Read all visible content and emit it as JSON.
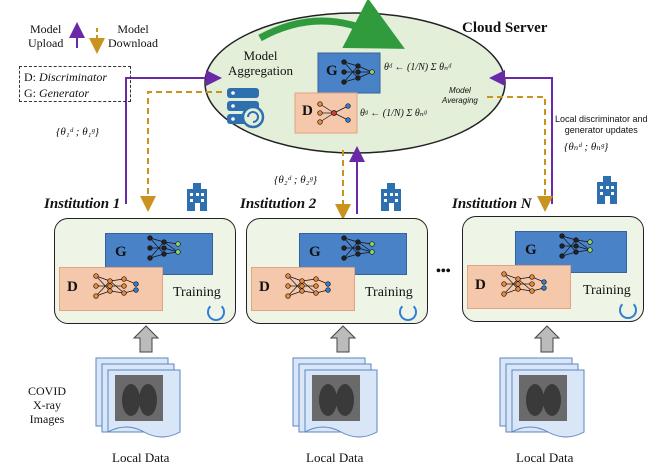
{
  "legend": {
    "model_upload": "Model\nUpload",
    "model_download": "Model\nDownload",
    "d_prefix": "D: ",
    "d_name": "Discriminator",
    "g_prefix": "G: ",
    "g_name": "Generator"
  },
  "cloud": {
    "title": "Cloud Server",
    "aggregation": "Model\nAggregation",
    "g_label": "G",
    "d_label": "D",
    "formula_d": "θᵈ ← (1/N) Σ θₙᵈ",
    "formula_g": "θᵍ ← (1/N) Σ θₙᵍ",
    "averaging": "Model\nAveraging"
  },
  "params": {
    "inst1": "{θ₁ᵈ ; θ₁ᵍ}",
    "inst2": "{θ₂ᵈ ; θ₂ᵍ}",
    "instN": "{θₙᵈ ; θₙᵍ}",
    "update_note": "Local discriminator and\ngenerator updates"
  },
  "institutions": [
    {
      "title": "Institution 1",
      "g": "G",
      "d": "D",
      "training": "Training",
      "data": "Local Data"
    },
    {
      "title": "Institution 2",
      "g": "G",
      "d": "D",
      "training": "Training",
      "data": "Local Data"
    },
    {
      "title": "Institution N",
      "g": "G",
      "d": "D",
      "training": "Training",
      "data": "Local Data"
    }
  ],
  "ellipsis": "•••",
  "covid_label": "COVID\nX-ray\nImages",
  "colors": {
    "upload": "#6a2aa8",
    "download": "#c8931e",
    "cloud_fill": "#e3efd9",
    "g_fill": "#4a82c8",
    "d_fill": "#f6c8ab",
    "inst_fill": "#eef5e6"
  }
}
